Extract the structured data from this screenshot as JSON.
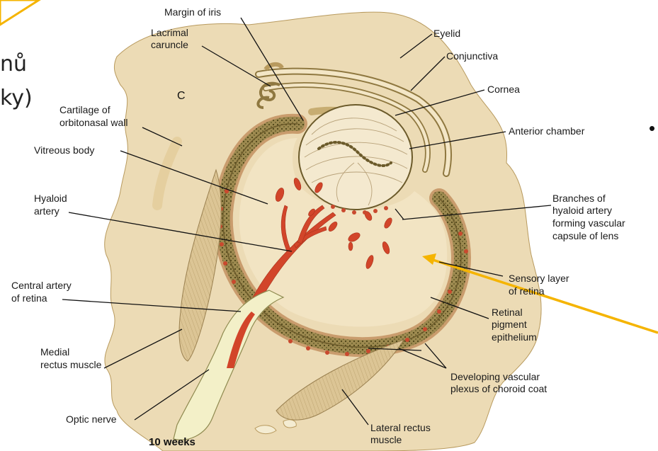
{
  "figure": {
    "panel_letter": "C",
    "caption": "10 weeks",
    "slide_fragment_line1": "nů",
    "slide_fragment_line2": "ky)",
    "bullet": "•"
  },
  "labels": {
    "margin_of_iris": "Margin of iris",
    "lacrimal_line1": "Lacrimal",
    "lacrimal_line2": "caruncle",
    "eyelid": "Eyelid",
    "conjunctiva": "Conjunctiva",
    "cornea": "Cornea",
    "anterior_chamber": "Anterior chamber",
    "cartilage_line1": "Cartilage of",
    "cartilage_line2": "orbitonasal wall",
    "vitreous_body": "Vitreous body",
    "hyaloid_line1": "Hyaloid",
    "hyaloid_line2": "artery",
    "branches_line1": "Branches of",
    "branches_line2": "hyaloid artery",
    "branches_line3": "forming vascular",
    "branches_line4": "capsule of lens",
    "sensory_line1": "Sensory layer",
    "sensory_line2": "of retina",
    "central_line1": "Central artery",
    "central_line2": "of retina",
    "retinal_line1": "Retinal",
    "retinal_line2": "pigment",
    "retinal_line3": "epithelium",
    "medial_line1": "Medial",
    "medial_line2": "rectus muscle",
    "developing_line1": "Developing vascular",
    "developing_line2": "plexus of choroid coat",
    "optic_nerve": "Optic nerve",
    "lateral_line1": "Lateral rectus",
    "lateral_line2": "muscle"
  },
  "colors": {
    "tissue": "#ecdbb5",
    "tissue_dark": "#d9c28e",
    "retina_band": "#8a7a45",
    "retina_dots": "#5a5020",
    "lens": "#f4e9cf",
    "vessel": "#d2452a",
    "nerve": "#f3f0c8",
    "arrow": "#f5b400"
  }
}
